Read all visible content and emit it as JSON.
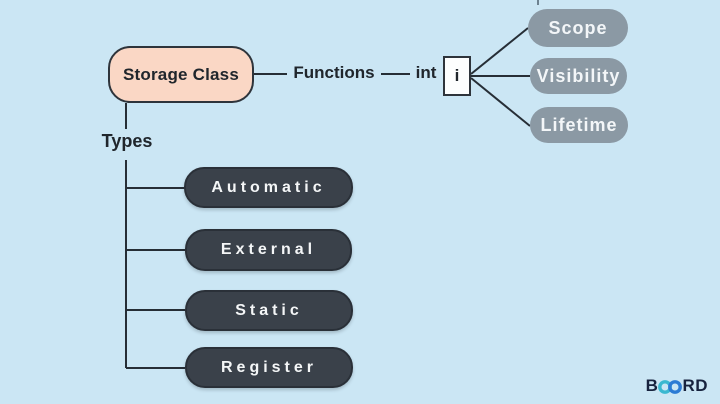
{
  "colors": {
    "background": "#CBE6F4",
    "root_fill": "#FAD7C5",
    "outline": "#2E343B",
    "type_box_fill": "#3A414A",
    "attribute_pill_fill": "#8B99A4",
    "label_text": "#20262C",
    "box_text": "#F4F6F7",
    "logo_navy": "#17233E",
    "logo_teal": "#3BB8D0",
    "logo_blue": "#2C7BD4"
  },
  "root": {
    "label": "Storage Class"
  },
  "declaration": {
    "functions_label": "Functions",
    "type_label": "int",
    "variable_label": "i"
  },
  "attributes": [
    {
      "label": "Scope"
    },
    {
      "label": "Visibility"
    },
    {
      "label": "Lifetime"
    }
  ],
  "types_section": {
    "label": "Types"
  },
  "types": [
    {
      "label": "Automatic"
    },
    {
      "label": "External"
    },
    {
      "label": "Static"
    },
    {
      "label": "Register"
    }
  ],
  "logo": {
    "name": "BOARD",
    "prefix": "B",
    "suffix": "RD"
  }
}
